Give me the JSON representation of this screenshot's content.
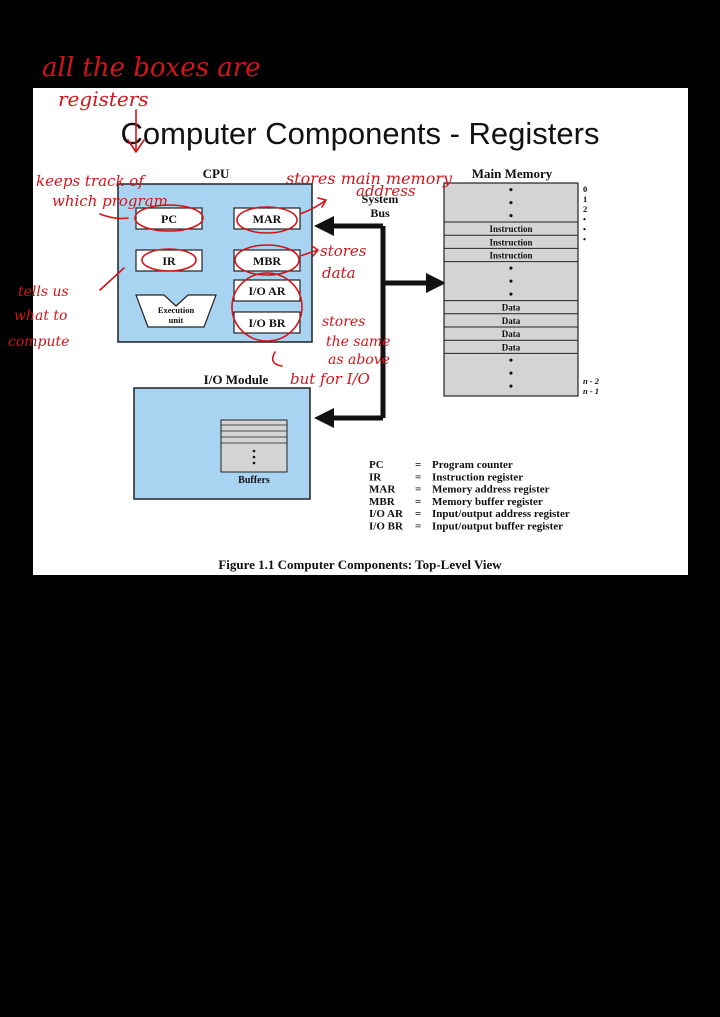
{
  "slide": {
    "title": "Computer Components - Registers",
    "caption": "Figure 1.1  Computer Components: Top-Level View"
  },
  "cpu": {
    "label": "CPU",
    "registers": [
      "PC",
      "IR",
      "MAR",
      "MBR",
      "I/O AR",
      "I/O BR"
    ],
    "execution_unit": [
      "Execution",
      "unit"
    ]
  },
  "system_bus": [
    "System",
    "Bus"
  ],
  "main_memory": {
    "label": "Main Memory",
    "rows": [
      "•",
      "•",
      "•",
      "Instruction",
      "Instruction",
      "Instruction",
      "•",
      "•",
      "•",
      "Data",
      "Data",
      "Data",
      "Data",
      "•",
      "•",
      "•"
    ],
    "addresses": [
      "0",
      "1",
      "2",
      "•",
      "•",
      "•",
      "n - 2",
      "n - 1"
    ]
  },
  "io_module": {
    "label": "I/O Module",
    "buffers_label": "Buffers"
  },
  "legend": [
    {
      "abbr": "PC",
      "desc": "Program counter"
    },
    {
      "abbr": "IR",
      "desc": "Instruction register"
    },
    {
      "abbr": "MAR",
      "desc": "Memory address register"
    },
    {
      "abbr": "MBR",
      "desc": "Memory buffer register"
    },
    {
      "abbr": "I/O AR",
      "desc": "Input/output address register"
    },
    {
      "abbr": "I/O BR",
      "desc": "Input/output buffer register"
    }
  ],
  "annotations": {
    "top": [
      "all  the boxes are",
      "registers"
    ],
    "pc_note": [
      "keeps track of",
      "which program"
    ],
    "mar_note": [
      "stores main memory",
      "address"
    ],
    "mbr_note": [
      "stores",
      "data"
    ],
    "ir_note": [
      "tells us",
      "what to",
      "compute"
    ],
    "ioar_note": [
      "stores",
      "the same",
      "as above",
      "but for I/O"
    ]
  },
  "colors": {
    "box_fill": "#a8d4f2",
    "memory_fill": "#d4d4d4",
    "ink": "#d4141b"
  }
}
